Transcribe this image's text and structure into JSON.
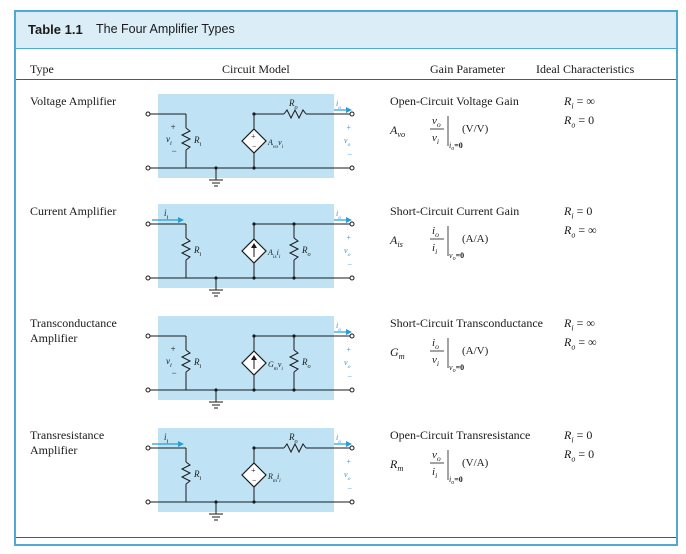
{
  "table": {
    "number": "Table 1.1",
    "title": "The Four Amplifier Types"
  },
  "columns": {
    "type": "Type",
    "circuit": "Circuit Model",
    "gain": "Gain Parameter",
    "ideal": "Ideal Characteristics"
  },
  "rows": [
    {
      "type_line1": "Voltage Amplifier",
      "type_line2": "",
      "gain_name": "Open-Circuit Voltage Gain",
      "symbol": "A",
      "symbol_sub": "vo",
      "numerator": "v",
      "numerator_sub": "o",
      "denominator": "v",
      "denominator_sub": "i",
      "condition": "i",
      "condition_sub": "o",
      "condition_tail": "=0",
      "units": "(V/V)",
      "ideal_line1": "R_i = ∞",
      "ideal_line2": "R_o = 0",
      "left_var": "v",
      "left_var_sub": "i",
      "source_label": "A",
      "source_label_sub": "vo",
      "source_label_tail": "v",
      "source_label_tail_sub": "i",
      "ri_label": "R",
      "ro_label": "R",
      "out_var": "i",
      "out_var_sub": "o",
      "out_v": "v",
      "out_v_sub": "o"
    },
    {
      "type_line1": "Current Amplifier",
      "type_line2": "",
      "gain_name": "Short-Circuit Current Gain",
      "symbol": "A",
      "symbol_sub": "is",
      "numerator": "i",
      "numerator_sub": "o",
      "denominator": "i",
      "denominator_sub": "i",
      "condition": "v",
      "condition_sub": "o",
      "condition_tail": "=0",
      "units": "(A/A)",
      "ideal_line1": "R_i = 0",
      "ideal_line2": "R_o = ∞",
      "left_var": "i",
      "left_var_sub": "i",
      "source_label": "A",
      "source_label_sub": "is",
      "source_label_tail": "i",
      "source_label_tail_sub": "i",
      "ri_label": "R",
      "ro_label": "R",
      "out_var": "i",
      "out_var_sub": "o",
      "out_v": "v",
      "out_v_sub": "o"
    },
    {
      "type_line1": "Transconductance",
      "type_line2": "Amplifier",
      "gain_name": "Short-Circuit Transconductance",
      "symbol": "G",
      "symbol_sub": "m",
      "numerator": "i",
      "numerator_sub": "o",
      "denominator": "v",
      "denominator_sub": "i",
      "condition": "v",
      "condition_sub": "o",
      "condition_tail": "=0",
      "units": "(A/V)",
      "ideal_line1": "R_i = ∞",
      "ideal_line2": "R_o = ∞",
      "left_var": "v",
      "left_var_sub": "i",
      "source_label": "G",
      "source_label_sub": "m",
      "source_label_tail": "v",
      "source_label_tail_sub": "i",
      "ri_label": "R",
      "ro_label": "R",
      "out_var": "i",
      "out_var_sub": "o",
      "out_v": "v",
      "out_v_sub": "o"
    },
    {
      "type_line1": "Transresistance",
      "type_line2": "Amplifier",
      "gain_name": "Open-Circuit Transresistance",
      "symbol": "R",
      "symbol_sub": "m",
      "numerator": "v",
      "numerator_sub": "o",
      "denominator": "i",
      "denominator_sub": "i",
      "condition": "i",
      "condition_sub": "o",
      "condition_tail": "=0",
      "units": "(V/A)",
      "ideal_line1": "R_i = 0",
      "ideal_line2": "R_o = 0",
      "left_var": "i",
      "left_var_sub": "i",
      "source_label": "R",
      "source_label_sub": "m",
      "source_label_tail": "i",
      "source_label_tail_sub": "i",
      "ri_label": "R",
      "ro_label": "R",
      "out_var": "i",
      "out_var_sub": "o",
      "out_v": "v",
      "out_v_sub": "o"
    }
  ],
  "colors": {
    "frame": "#4fa8d8",
    "title_bg": "#dbeef8",
    "circuit_bg": "#bfe3f5",
    "accent": "#2a9bd6"
  }
}
